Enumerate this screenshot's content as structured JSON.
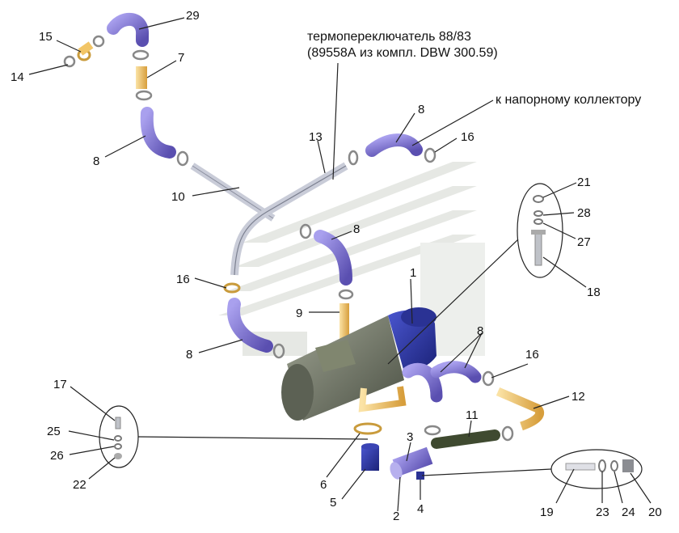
{
  "notes": {
    "thermo_line1": "термопереключатель 88/83",
    "thermo_line2": "(89558А из компл. DBW 300.59)",
    "collector": "к напорному коллектору"
  },
  "callouts": {
    "c29": "29",
    "c15": "15",
    "c14": "14",
    "c7": "7",
    "c8a": "8",
    "c8b": "8",
    "c8c": "8",
    "c8d": "8",
    "c8e": "8",
    "c16a": "16",
    "c16b": "16",
    "c16c": "16",
    "c13": "13",
    "c10": "10",
    "c9": "9",
    "c1": "1",
    "c21": "21",
    "c28": "28",
    "c27": "27",
    "c18": "18",
    "c12": "12",
    "c11": "11",
    "c3": "3",
    "c2": "2",
    "c4": "4",
    "c6": "6",
    "c5": "5",
    "c17": "17",
    "c25": "25",
    "c26": "26",
    "c22": "22",
    "c19": "19",
    "c23": "23",
    "c24": "24",
    "c20": "20"
  },
  "colors": {
    "hose": "#8a7fd8",
    "hose_dark": "#5a4fb0",
    "tube_yellow": "#f2c566",
    "heater_blue": "#2f3aa8",
    "heater_gray": "#6e7468",
    "pipe": "#c8ccd8",
    "watermark": "#e6e8e4"
  }
}
